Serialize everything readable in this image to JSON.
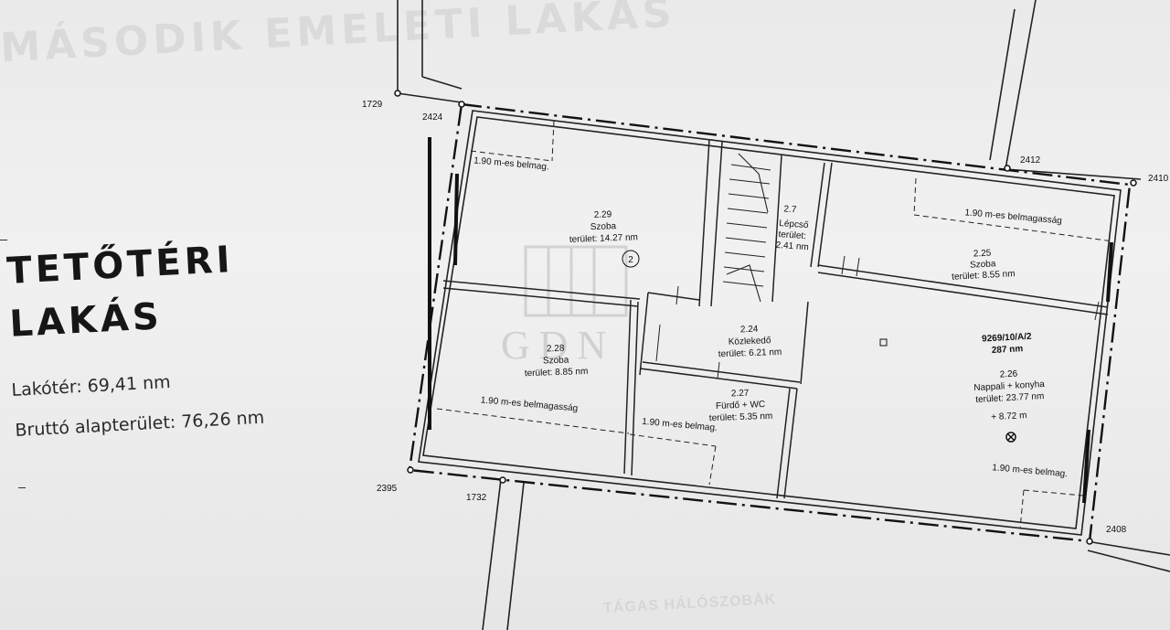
{
  "background": {
    "ghost_header": "MÁSODIK EMELETI LAKÁS",
    "ghost_footer": "TÁGAS HÁLÓSZOBÁK",
    "watermark": "GDN"
  },
  "left_panel": {
    "title_line1": "TETŐTÉRI",
    "title_line2": "LAKÁS",
    "living_area": "Lakótér: 69,41 nm",
    "gross_area": "Bruttó alapterület: 76,26 nm"
  },
  "survey_points": [
    "1729",
    "2424",
    "2412",
    "2410",
    "2395",
    "1732",
    "2408"
  ],
  "rooms": {
    "r229": {
      "number": "2.29",
      "name": "Szoba",
      "area": "terület: 14.27 nm",
      "marker": "2"
    },
    "r27": {
      "number": "2.7",
      "name": "Lépcső",
      "area_label": "terület:",
      "area_value": "2.41 nm"
    },
    "r225": {
      "number": "2.25",
      "name": "Szoba",
      "area": "terület: 8.55 nm"
    },
    "r224": {
      "number": "2.24",
      "name": "Közlekedő",
      "area": "terület: 6.21 nm"
    },
    "r228": {
      "number": "2.28",
      "name": "Szoba",
      "area": "terület: 8.85 nm"
    },
    "r227": {
      "number": "2.27",
      "name": "Fürdő + WC",
      "area": "terület: 5.35 nm"
    },
    "r226": {
      "parcel": "9269/10/A/2",
      "parcel_area": "287 nm",
      "number": "2.26",
      "name": "Nappali + konyha",
      "area": "terület: 23.77 nm",
      "height": "+ 8.72 m"
    }
  },
  "notes": {
    "n1": "1.90 m-es belmag.",
    "n2": "1.90 m-es belmagasság",
    "n3": "1.90 m-es belmagasság",
    "n4": "1.90 m-es belmag.",
    "n5": "1.90 m-es belmag."
  }
}
